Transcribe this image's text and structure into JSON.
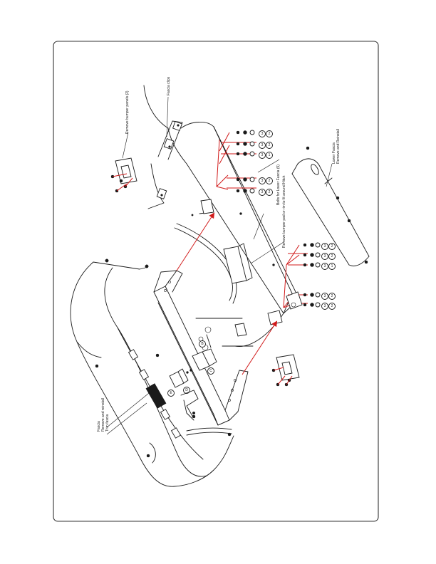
{
  "labels": {
    "bumper_panels": "Remove bumper panels (2)",
    "fascia_clips": "Fascia clips",
    "bolts_lower_fascia": "Bolts for Lower Fascia (5)",
    "remove_bumper_pad": "Remove bumper pad or rim to fit around Hitch",
    "lower_fascia": "Lower Fascia",
    "lower_fascia_action": "Remove and Reinstall",
    "fascia": "Fascia",
    "fascia_action": "Remove and reinstall",
    "trim_fascia": "Trim fascia"
  },
  "callouts": {
    "b": "B",
    "c": "C",
    "d": "D",
    "e": "E",
    "numbers": [
      "1",
      "2",
      "3"
    ]
  },
  "colors": {
    "line": "#1a1a1a",
    "hardware_leader": "#d11a1a",
    "arrow": "#d11a1a",
    "frame": "#333333"
  }
}
